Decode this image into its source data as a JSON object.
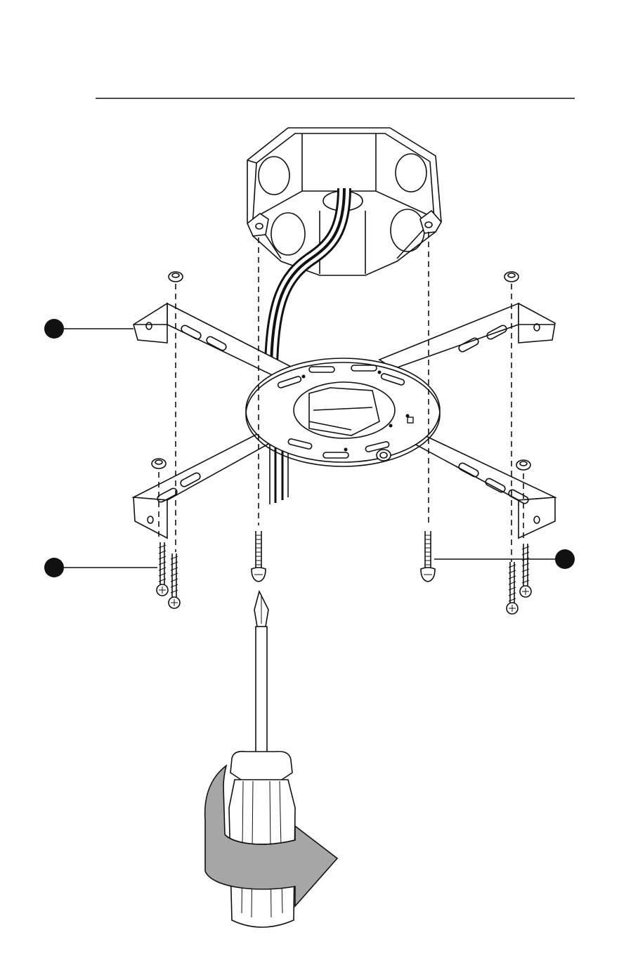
{
  "diagram": {
    "callouts": [
      {
        "id": "bracket",
        "side": "left"
      },
      {
        "id": "wood-screws",
        "side": "left"
      },
      {
        "id": "machine-screws",
        "side": "right"
      }
    ],
    "colors": {
      "ink": "#111111",
      "paper": "#ffffff",
      "arrow_fill": "#a6a6a6",
      "callout_dot": "#111111"
    },
    "icons": [
      "junction-box-icon",
      "mounting-bracket-icon",
      "screwdriver-icon",
      "rotation-arrow-icon",
      "screw-icon",
      "washer-icon"
    ]
  }
}
